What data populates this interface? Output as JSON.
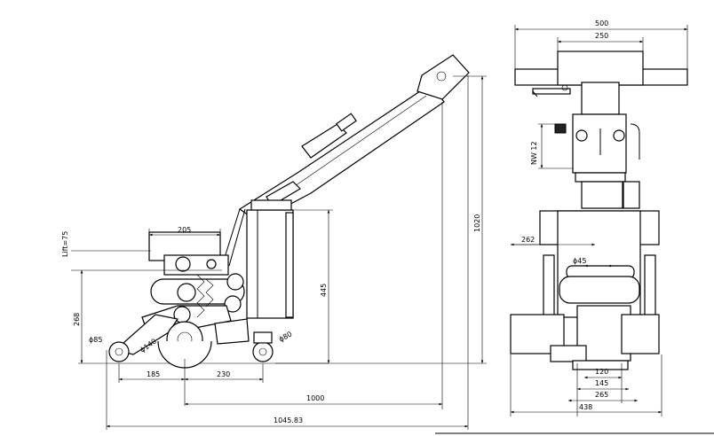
{
  "side_view": {
    "dim_205": "205",
    "dim_lift": "Lift=75",
    "dim_268": "268",
    "dim_445": "445",
    "dim_1020": "1020",
    "dim_185": "185",
    "dim_230": "230",
    "dim_1000": "1000",
    "dim_total": "1045.83",
    "phi_85": "ϕ85",
    "phi_140": "ϕ140",
    "phi_80": "ϕ80"
  },
  "front_view": {
    "dim_500": "500",
    "dim_250": "250",
    "dim_nw12": "NW 12",
    "dim_262": "262",
    "phi_45": "ϕ45",
    "dim_120": "120",
    "dim_145": "145",
    "dim_265": "265",
    "dim_438": "438"
  }
}
